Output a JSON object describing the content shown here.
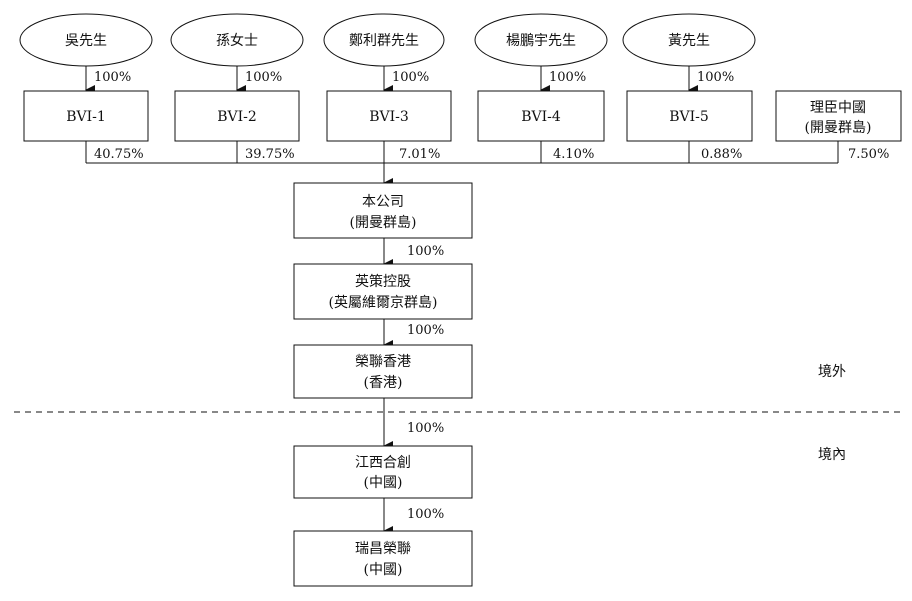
{
  "shareholders": [
    {
      "name": "吳先生",
      "pct": "100%",
      "bvi": "BVI-1",
      "stake": "40.75%"
    },
    {
      "name": "孫女士",
      "pct": "100%",
      "bvi": "BVI-2",
      "stake": "39.75%"
    },
    {
      "name": "鄭利群先生",
      "pct": "100%",
      "bvi": "BVI-3",
      "stake": "7.01%"
    },
    {
      "name": "楊鵬宇先生",
      "pct": "100%",
      "bvi": "BVI-4",
      "stake": "4.10%"
    },
    {
      "name": "黃先生",
      "pct": "100%",
      "bvi": "BVI-5",
      "stake": "0.88%"
    }
  ],
  "lichen": {
    "line1": "理臣中國",
    "line2": "(開曼群島)",
    "stake": "7.50%"
  },
  "chain": [
    {
      "line1": "本公司",
      "line2": "(開曼群島)",
      "pct_in": ""
    },
    {
      "line1": "英策控股",
      "line2": "(英屬維爾京群島)",
      "pct_in": "100%"
    },
    {
      "line1": "榮聯香港",
      "line2": "(香港)",
      "pct_in": "100%"
    },
    {
      "line1": "江西合創",
      "line2": "(中國)",
      "pct_in": "100%"
    },
    {
      "line1": "瑞昌榮聯",
      "line2": "(中國)",
      "pct_in": "100%"
    }
  ],
  "regions": {
    "offshore": "境外",
    "onshore": "境內"
  }
}
